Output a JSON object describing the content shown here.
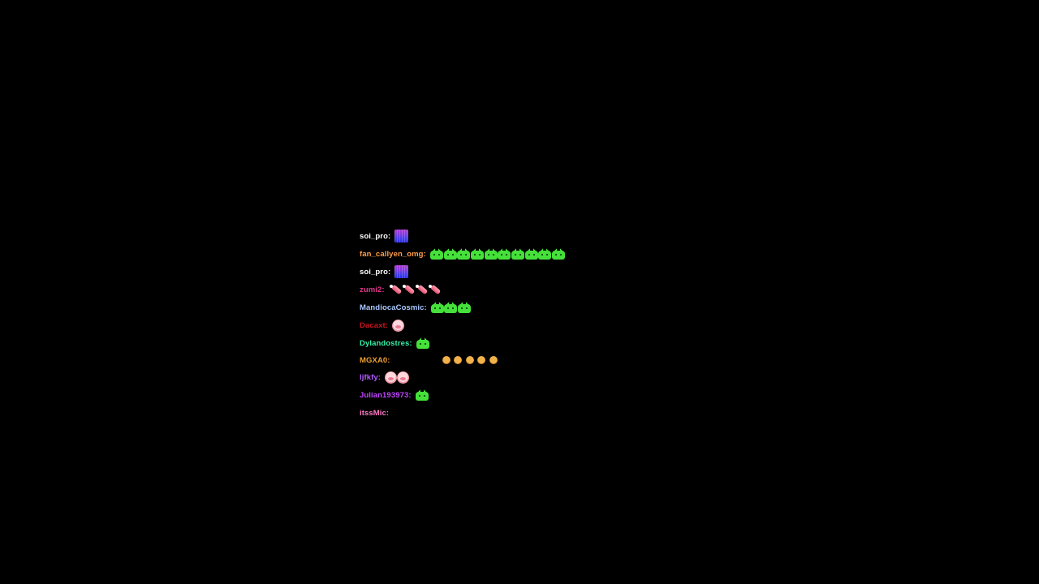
{
  "chat": {
    "messages": [
      {
        "user": "soi_pro:",
        "color": "#ffffff",
        "emote": "grid-emote",
        "count": 1
      },
      {
        "user": "fan_callyen_omg:",
        "color": "#ff9e4a",
        "emote": "cat-emote",
        "count": 10
      },
      {
        "user": "soi_pro:",
        "color": "#ffffff",
        "emote": "grid-emote",
        "count": 1
      },
      {
        "user": "zumi2:",
        "color": "#e0368a",
        "emote": "sausage-emote",
        "count": 4
      },
      {
        "user": "MandiocaCosmic:",
        "color": "#a9c8ff",
        "emote": "cat-emote",
        "count": 3
      },
      {
        "user": "Dacaxt:",
        "color": "#c8141e",
        "emote": "pig-emote",
        "count": 1
      },
      {
        "user": "Dylandostres:",
        "color": "#36f0a8",
        "emote": "cat-emote",
        "count": 1
      },
      {
        "user": "MGXA0:",
        "color": "#f0a030",
        "emote": "face-emote",
        "count": 5
      },
      {
        "user": "ljfkfy:",
        "color": "#b45cff",
        "emote": "pig-emote",
        "count": 2
      },
      {
        "user": "Julian193973:",
        "color": "#c046ff",
        "emote": "cat-emote",
        "count": 1
      },
      {
        "user": "itssMic:",
        "color": "#ff7ac4",
        "emote": "",
        "count": 0
      }
    ]
  }
}
